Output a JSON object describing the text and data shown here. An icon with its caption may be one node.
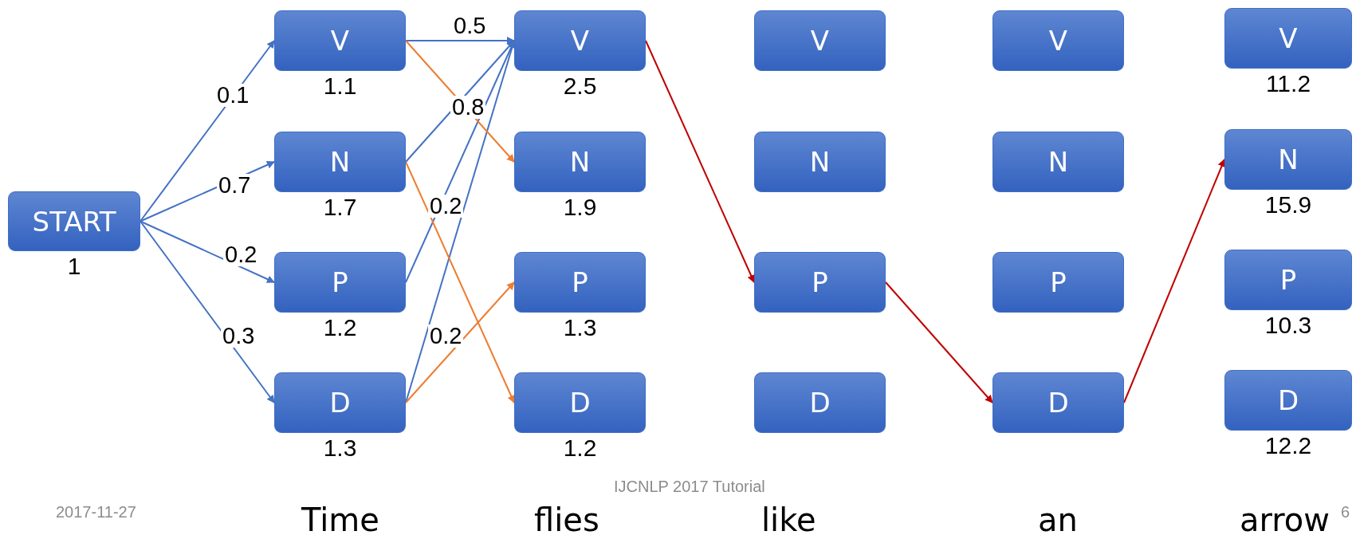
{
  "diagram": {
    "nodes": [
      {
        "text": [
          "START"
        ],
        "beside": [
          "1"
        ]
      },
      {
        "text": [
          "V"
        ],
        "beside": [
          "1.1"
        ]
      },
      {
        "text": [
          "N"
        ],
        "beside": [
          "1.7"
        ]
      },
      {
        "text": [
          "P"
        ],
        "beside": [
          "1.2"
        ]
      },
      {
        "text": [
          "D"
        ],
        "beside": [
          "1.3"
        ]
      },
      {
        "text": [
          "V"
        ],
        "beside": [
          "2.5"
        ]
      },
      {
        "text": [
          "N"
        ],
        "beside": [
          "1.9"
        ]
      },
      {
        "text": [
          "P"
        ],
        "beside": [
          "1.3"
        ]
      },
      {
        "text": [
          "D"
        ],
        "beside": [
          "1.2"
        ]
      },
      {
        "text": [
          "V"
        ]
      },
      {
        "text": [
          "N"
        ]
      },
      {
        "text": [
          "P"
        ]
      },
      {
        "text": [
          "D"
        ]
      },
      {
        "text": [
          "V"
        ]
      },
      {
        "text": [
          "N"
        ]
      },
      {
        "text": [
          "P"
        ]
      },
      {
        "text": [
          "D"
        ]
      },
      {
        "text": [
          "V"
        ],
        "beside": [
          "11.2"
        ]
      },
      {
        "text": [
          "N"
        ],
        "beside": [
          "15.9"
        ]
      },
      {
        "text": [
          "P"
        ],
        "beside": [
          "10.3"
        ]
      },
      {
        "text": [
          "D"
        ],
        "beside": [
          "12.2"
        ]
      }
    ],
    "edges": [
      {
        "from": 0,
        "to": 1,
        "arrow": "to",
        "label": "0.1"
      },
      {
        "from": 0,
        "to": 2,
        "arrow": "to",
        "label": "0.7"
      },
      {
        "from": 0,
        "to": 3,
        "arrow": "to",
        "label": "0.2"
      },
      {
        "from": 0,
        "to": 4,
        "arrow": "to",
        "label": "0.3"
      },
      {
        "from": 1,
        "to": 5,
        "arrow": "to",
        "label": "0.5"
      },
      {
        "from": 2,
        "to": 5,
        "arrow": "to",
        "label": "0.8"
      },
      {
        "from": 3,
        "to": 5,
        "arrow": "to",
        "label": "0.2"
      },
      {
        "from": 4,
        "to": 5,
        "arrow": "to",
        "label": "0.2"
      },
      {
        "from": 1,
        "to": 6,
        "arrow": "to",
        "color": "#ed7d31"
      },
      {
        "from": 2,
        "to": 8,
        "arrow": "to",
        "color": "#ed7d31"
      },
      {
        "from": 4,
        "to": 7,
        "arrow": "to",
        "color": "#ed7d31"
      },
      {
        "from": 5,
        "to": 11,
        "arrow": "to",
        "color": "#c00000"
      },
      {
        "from": 11,
        "to": 16,
        "arrow": "to",
        "color": "#c00000"
      },
      {
        "from": 16,
        "to": 18,
        "arrow": "to",
        "color": "#c00000"
      }
    ],
    "labels": [
      "2017-11-27",
      "Time",
      "flies",
      "IJCNLP 2017 Tutorial",
      "like",
      "an",
      "arrow",
      "6"
    ]
  }
}
